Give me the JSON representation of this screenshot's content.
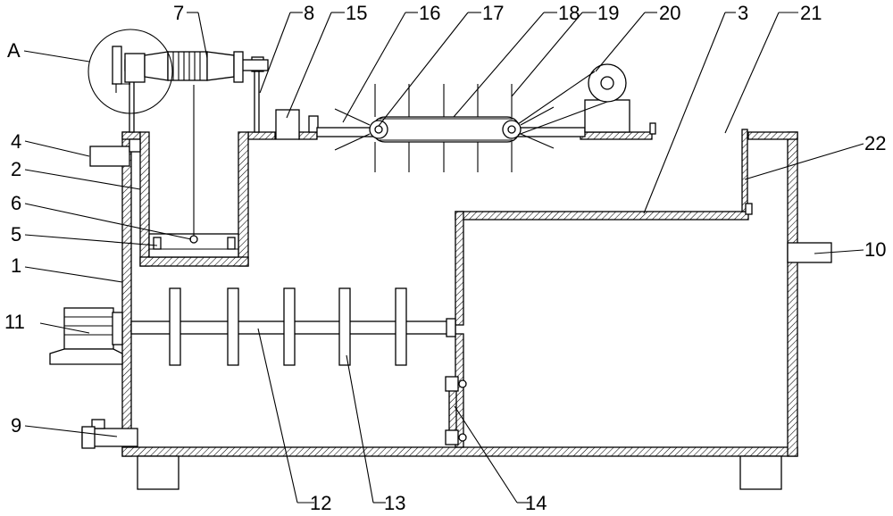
{
  "labels": {
    "A": "A",
    "n1": "1",
    "n2": "2",
    "n3": "3",
    "n4": "4",
    "n5": "5",
    "n6": "6",
    "n7": "7",
    "n8": "8",
    "n9": "9",
    "n10": "10",
    "n11": "11",
    "n12": "12",
    "n13": "13",
    "n14": "14",
    "n15": "15",
    "n16": "16",
    "n17": "17",
    "n18": "18",
    "n19": "19",
    "n20": "20",
    "n21": "21",
    "n22": "22"
  }
}
